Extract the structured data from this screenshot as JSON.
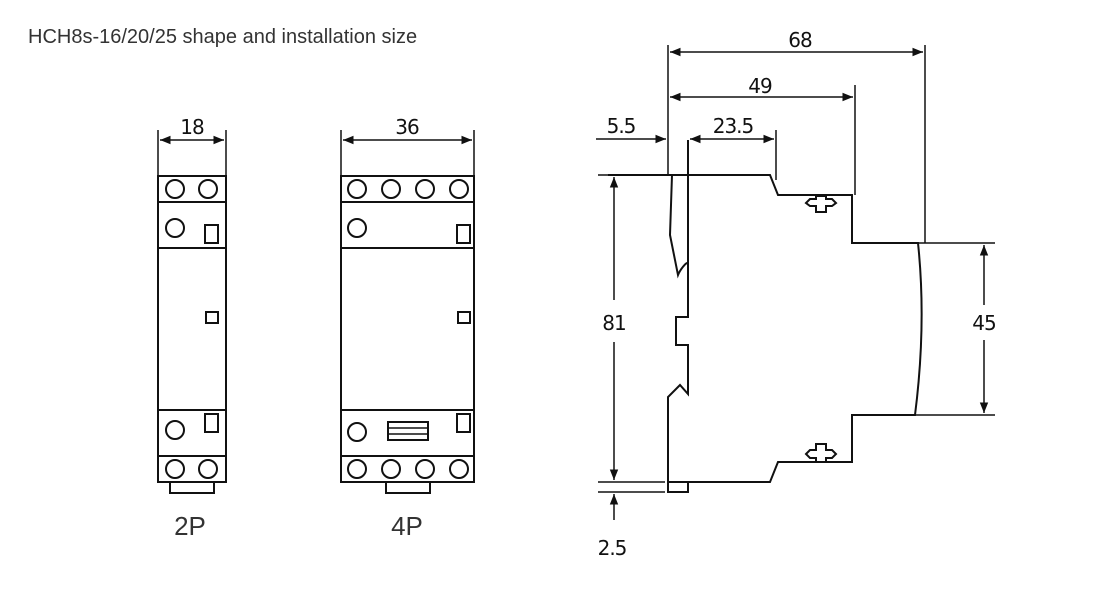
{
  "title": "HCH8s-16/20/25 shape and installation size",
  "views": {
    "front_2p": {
      "label": "2P",
      "width_dim": "18",
      "top_terminals": 2,
      "bottom_terminals": 2
    },
    "front_4p": {
      "label": "4P",
      "width_dim": "36",
      "top_terminals": 4,
      "bottom_terminals": 4
    },
    "side": {
      "dims": {
        "overall_depth": "68",
        "depth_to_step": "49",
        "rail_offset": "5.5",
        "front_step": "23.5",
        "height": "81",
        "front_height": "45",
        "clip_offset": "2.5"
      }
    }
  },
  "colors": {
    "line": "#111111",
    "title": "#333333",
    "background": "#ffffff"
  }
}
